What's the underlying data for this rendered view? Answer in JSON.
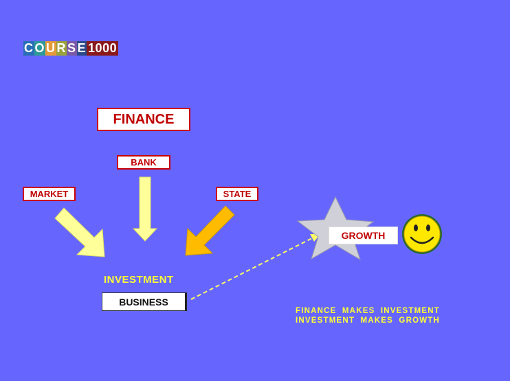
{
  "logo": {
    "letters": [
      "C",
      "O",
      "U",
      "R",
      "S",
      "E",
      "1000"
    ]
  },
  "labels": {
    "finance": "FINANCE",
    "bank": "BANK",
    "market": "MARKET",
    "state": "STATE",
    "investment": "INVESTMENT",
    "business": "BUSINESS",
    "growth": "GROWTH"
  },
  "tagline": {
    "line1": "FINANCE MAKES INVESTMENT",
    "line2": "INVESTMENT MAKES GROWTH"
  },
  "icons": {
    "star": "star-icon",
    "smiley": "smiley-face-icon"
  },
  "colors": {
    "background": "#6666ff",
    "arrow_light": "#ffff99",
    "arrow_orange": "#ffbb00",
    "label_red": "#c00000",
    "highlight_yellow": "#ffff33"
  }
}
